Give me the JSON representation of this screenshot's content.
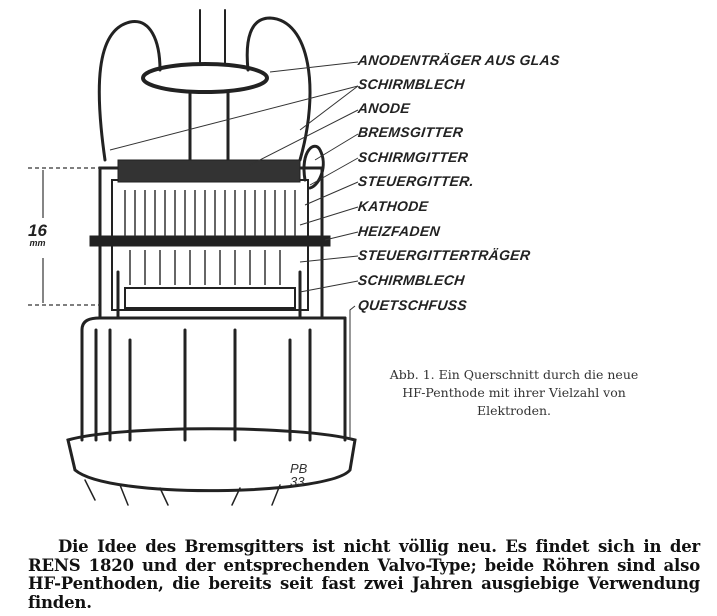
{
  "figure": {
    "labels": [
      "ANODENTRÄGER AUS GLAS",
      "SCHIRMBLECH",
      "ANODE",
      "BREMSGITTER",
      "SCHIRMGITTER",
      "STEUERGITTER.",
      "KATHODE",
      "HEIZFADEN",
      "STEUERGITTERTRÄGER",
      "SCHIRMBLECH",
      "QUETSCHFUSS"
    ],
    "dimension": {
      "value": "16",
      "unit": "mm"
    },
    "signature": [
      "PB",
      "33"
    ],
    "caption": "Abb. 1. Ein Querschnitt durch die neue HF-Penthode mit ihrer Vielzahl von Elektroden."
  },
  "body": {
    "paragraph": "Die Idee des Bremsgitters ist nicht völlig neu. Es findet sich in der RENS 1820 und der entsprechenden Valvo-Type; beide Röhren sind also HF-Penthoden, die bereits seit fast zwei Jahren ausgiebige Verwendung finden."
  }
}
